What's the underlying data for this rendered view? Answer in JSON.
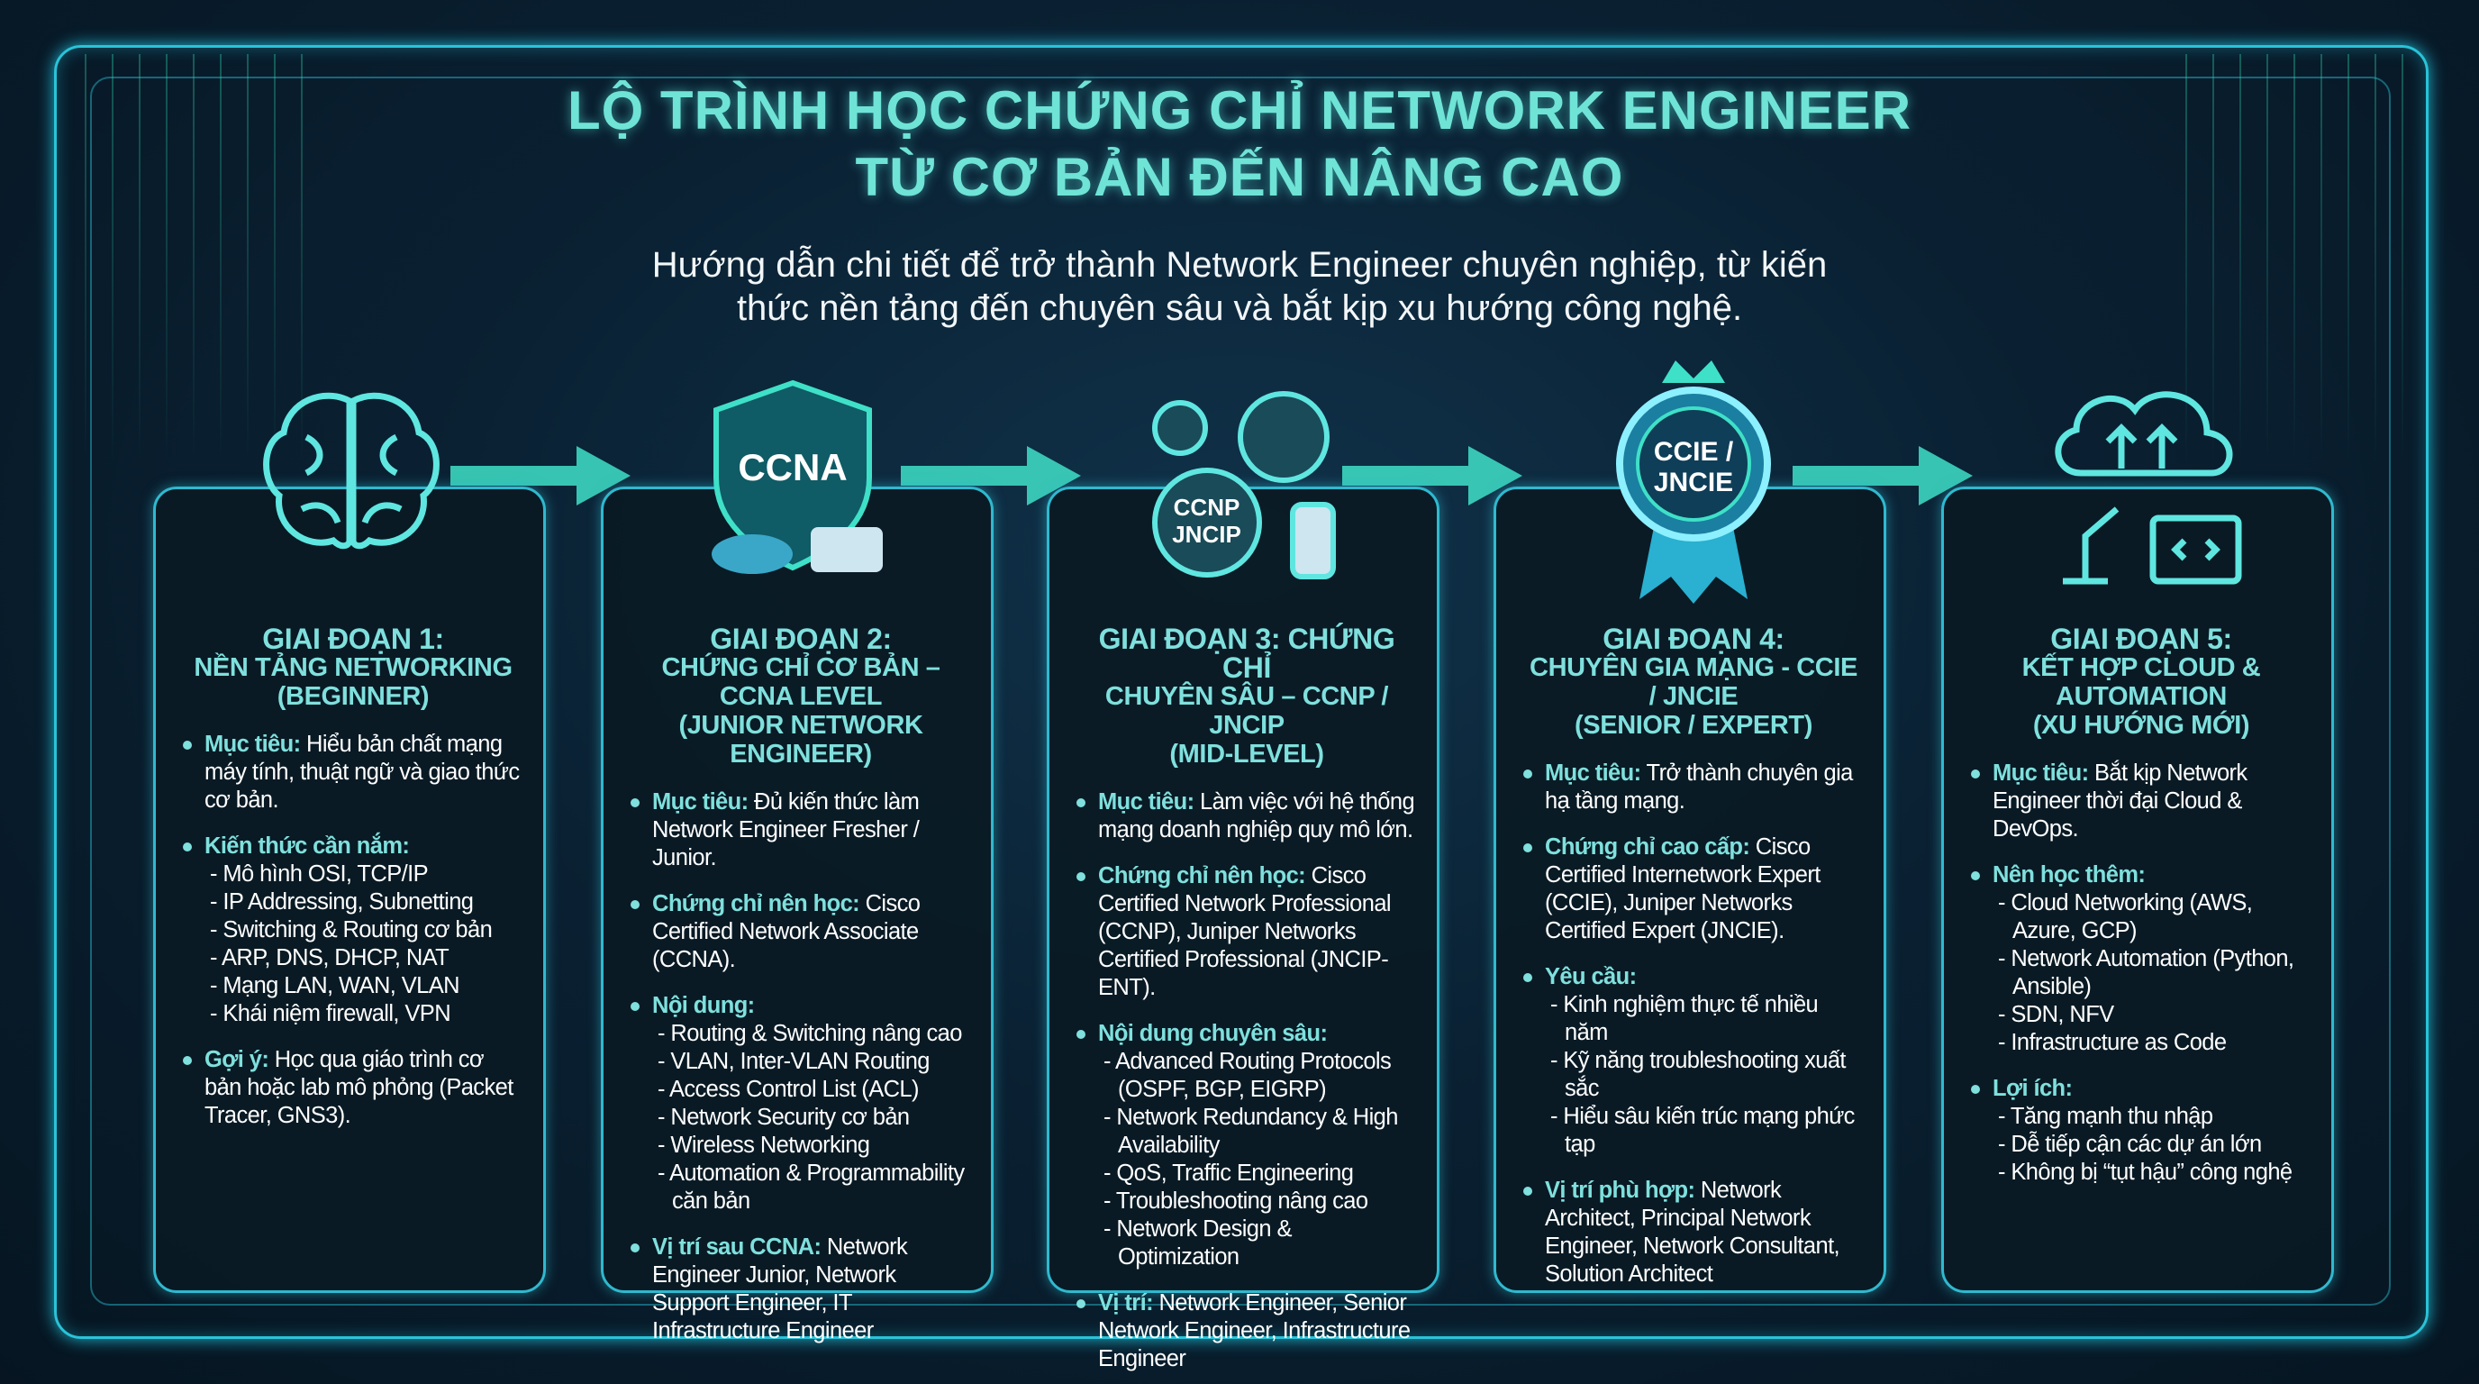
{
  "title": {
    "line1": "LỘ TRÌNH HỌC CHỨNG CHỈ NETWORK ENGINEER",
    "line2": "TỪ CƠ BẢN ĐẾN NÂNG CAO"
  },
  "subtitle": {
    "line1": "Hướng dẫn chi tiết để trở thành Network Engineer chuyên nghiệp, từ kiến",
    "line2": "thức nền tảng đến chuyên sâu và bắt kịp xu hướng công nghệ."
  },
  "icons": {
    "stage2_badge": "CCNA",
    "stage3_badge": [
      "CCNP",
      "JNCIP"
    ],
    "stage4_badge": [
      "CCIE /",
      "JNCIE"
    ]
  },
  "colors": {
    "accent": "#7fe0dd",
    "border": "#2fb9cf",
    "background": "#0a2133",
    "arrow": "#3fe0c8"
  },
  "stages": [
    {
      "title": [
        "GIAI ĐOẠN 1:",
        "NỀN TẢNG NETWORKING",
        "(BEGINNER)"
      ],
      "sections": [
        {
          "label": "Mục tiêu:",
          "text": "Hiểu bản chất mạng máy tính, thuật ngữ và giao thức cơ bản.",
          "items": []
        },
        {
          "label": "Kiến thức cần nắm:",
          "text": "",
          "items": [
            "- Mô hình OSI, TCP/IP",
            "- IP Addressing, Subnetting",
            "- Switching & Routing cơ bản",
            "- ARP, DNS, DHCP, NAT",
            "- Mạng LAN, WAN, VLAN",
            "- Khái niệm firewall, VPN"
          ]
        },
        {
          "label": "Gợi ý:",
          "text": "Học qua giáo trình cơ bản hoặc lab mô phỏng (Packet Tracer, GNS3).",
          "items": []
        }
      ]
    },
    {
      "title": [
        "GIAI ĐOẠN 2:",
        "CHỨNG CHỈ CƠ BẢN – CCNA LEVEL",
        "(JUNIOR NETWORK ENGINEER)"
      ],
      "sections": [
        {
          "label": "Mục tiêu:",
          "text": "Đủ kiến thức làm Network Engineer Fresher / Junior.",
          "items": []
        },
        {
          "label": "Chứng chỉ nên học:",
          "text": "Cisco Certified Network Associate (CCNA).",
          "items": []
        },
        {
          "label": "Nội dung:",
          "text": "",
          "items": [
            "- Routing & Switching nâng cao",
            "- VLAN, Inter-VLAN Routing",
            "- Access Control List (ACL)",
            "- Network Security cơ bản",
            "- Wireless Networking",
            "- Automation & Programmability căn bản"
          ]
        },
        {
          "label": "Vị trí sau CCNA:",
          "text": "Network Engineer Junior, Network Support Engineer, IT Infrastructure Engineer",
          "items": []
        }
      ]
    },
    {
      "title": [
        "GIAI ĐOẠN 3: CHỨNG CHỈ",
        "CHUYÊN SÂU – CCNP / JNCIP",
        "(MID-LEVEL)"
      ],
      "sections": [
        {
          "label": "Mục tiêu:",
          "text": "Làm việc với hệ thống mạng doanh nghiệp quy mô lớn.",
          "items": []
        },
        {
          "label": "Chứng chỉ nên học:",
          "text": "Cisco Certified Network Professional (CCNP), Juniper Networks Certified Professional (JNCIP-ENT).",
          "items": []
        },
        {
          "label": "Nội dung chuyên sâu:",
          "text": "",
          "items": [
            "- Advanced Routing Protocols (OSPF, BGP, EIGRP)",
            "- Network Redundancy & High Availability",
            "- QoS, Traffic Engineering",
            "- Troubleshooting nâng cao",
            "- Network Design & Optimization"
          ]
        },
        {
          "label": "Vị trí:",
          "text": "Network Engineer, Senior Network Engineer, Infrastructure Engineer",
          "items": []
        }
      ]
    },
    {
      "title": [
        "GIAI ĐOẠN 4:",
        "CHUYÊN GIA MẠNG - CCIE / JNCIE",
        "(SENIOR / EXPERT)"
      ],
      "sections": [
        {
          "label": "Mục tiêu:",
          "text": "Trở thành chuyên gia hạ tầng mạng.",
          "items": []
        },
        {
          "label": "Chứng chỉ cao cấp:",
          "text": "Cisco Certified Internetwork Expert (CCIE), Juniper Networks Certified Expert (JNCIE).",
          "items": []
        },
        {
          "label": "Yêu cầu:",
          "text": "",
          "items": [
            "- Kinh nghiệm thực tế nhiều năm",
            "- Kỹ năng troubleshooting xuất sắc",
            "- Hiểu sâu kiến trúc mạng phức tạp"
          ]
        },
        {
          "label": "Vị trí phù hợp:",
          "text": "Network Architect, Principal Network Engineer, Network Consultant, Solution Architect",
          "items": []
        }
      ]
    },
    {
      "title": [
        "GIAI ĐOẠN 5:",
        "KẾT HỢP CLOUD & AUTOMATION",
        "(XU HƯỚNG MỚI)"
      ],
      "sections": [
        {
          "label": "Mục tiêu:",
          "text": "Bắt kịp Network Engineer thời đại Cloud & DevOps.",
          "items": []
        },
        {
          "label": "Nên học thêm:",
          "text": "",
          "items": [
            "- Cloud Networking (AWS, Azure, GCP)",
            "- Network Automation (Python, Ansible)",
            "- SDN, NFV",
            "- Infrastructure as Code"
          ]
        },
        {
          "label": "Lợi ích:",
          "text": "",
          "items": [
            "- Tăng mạnh thu nhập",
            "- Dễ tiếp cận các dự án lớn",
            "- Không bị “tụt hậu” công nghệ"
          ]
        }
      ]
    }
  ]
}
